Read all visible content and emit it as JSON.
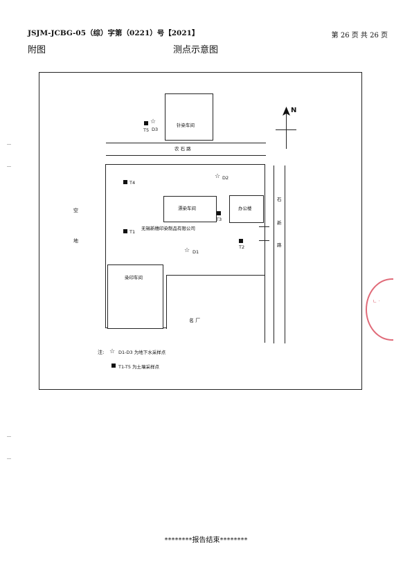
{
  "header": {
    "report_no": "JSJM-JCBG-05（综）字第（0221）号【2021】",
    "page_info": "第 26 页 共 26 页"
  },
  "figure": {
    "label": "附图",
    "title": "测点示意图"
  },
  "map": {
    "north": "N",
    "road_top": "农  石  路",
    "road_right": [
      "石",
      "新",
      "路"
    ],
    "vacant_land": [
      "空",
      "地"
    ],
    "building_knit_dye": "针染车间",
    "building_bleach_dye": "漂染车间",
    "building_office": "办公楼",
    "building_print_dye": "染印车间",
    "company_name": "无锡新穗印染制品有限公司",
    "neighbor_factory": "名  厂",
    "points": {
      "T1": "T1",
      "T2": "T2",
      "T3": "T3",
      "T4": "T4",
      "T5": "T5",
      "D1": "D1",
      "D2": "D2",
      "D3": "D3"
    },
    "legend": {
      "prefix": "注:",
      "groundwater": "D1-D3 为地下水采样点",
      "soil": "T1-T5 为土壤采样点"
    }
  },
  "footer": "********报告结束********",
  "stamp_color": "#e06a78"
}
